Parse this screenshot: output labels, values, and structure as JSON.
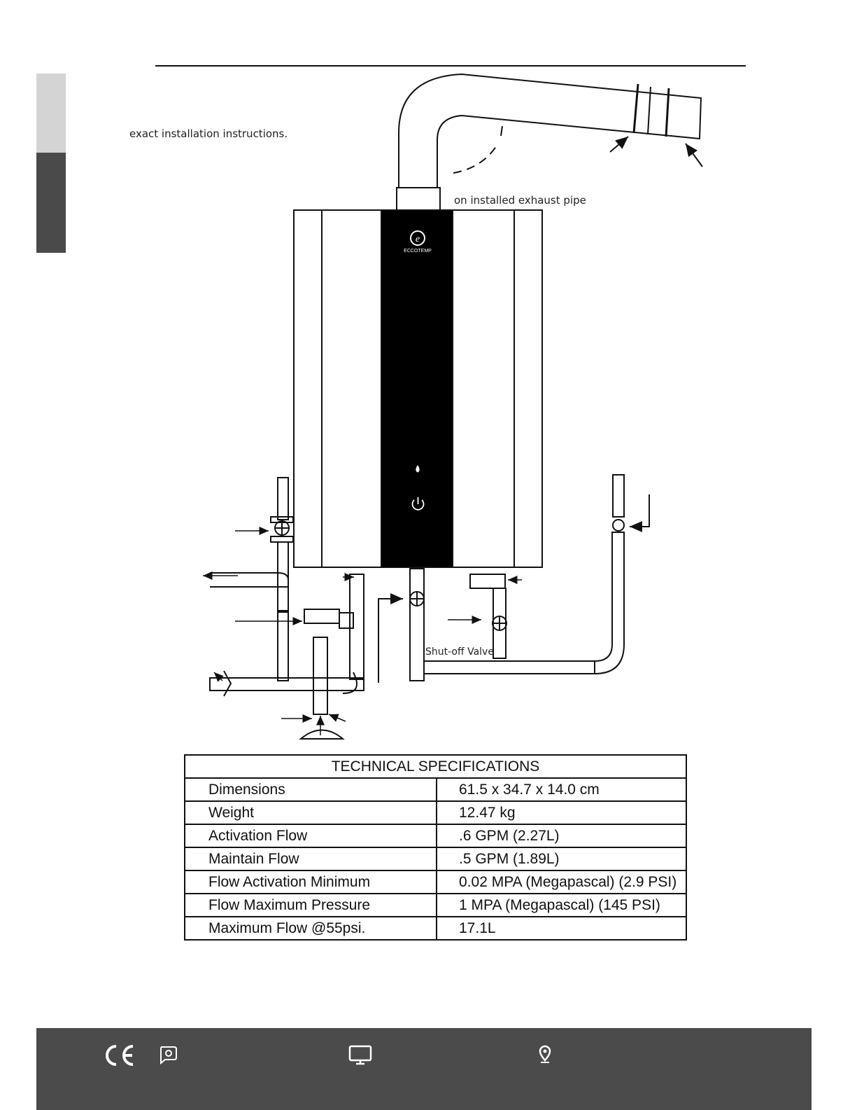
{
  "notes": {
    "instructions": "exact installation instructions.",
    "exhaust": "on installed exhaust pipe",
    "valve": "Shut-off Valve"
  },
  "heater": {
    "brand": "ECCOTEMP"
  },
  "spec_table": {
    "title": "TECHNICAL SPECIFICATIONS",
    "rows": [
      {
        "label": "Dimensions",
        "value": "61.5 x 34.7 x 14.0 cm"
      },
      {
        "label": "Weight",
        "value": "12.47 kg"
      },
      {
        "label": "Activation Flow",
        "value": ".6 GPM (2.27L)"
      },
      {
        "label": "Maintain Flow",
        "value": ".5 GPM (1.89L)"
      },
      {
        "label": "Flow Activation Minimum",
        "value": "0.02 MPA (Megapascal) (2.9 PSI)"
      },
      {
        "label": "Flow Maximum Pressure",
        "value": "1 MPA (Megapascal) (145 PSI)"
      },
      {
        "label": "Maximum Flow @55psi.",
        "value": "17.1L"
      }
    ]
  },
  "footer": {
    "icons": [
      "ce-mark-icon",
      "support-chat-icon",
      "monitor-icon",
      "location-pin-icon"
    ],
    "background": "#4b4b4b"
  }
}
